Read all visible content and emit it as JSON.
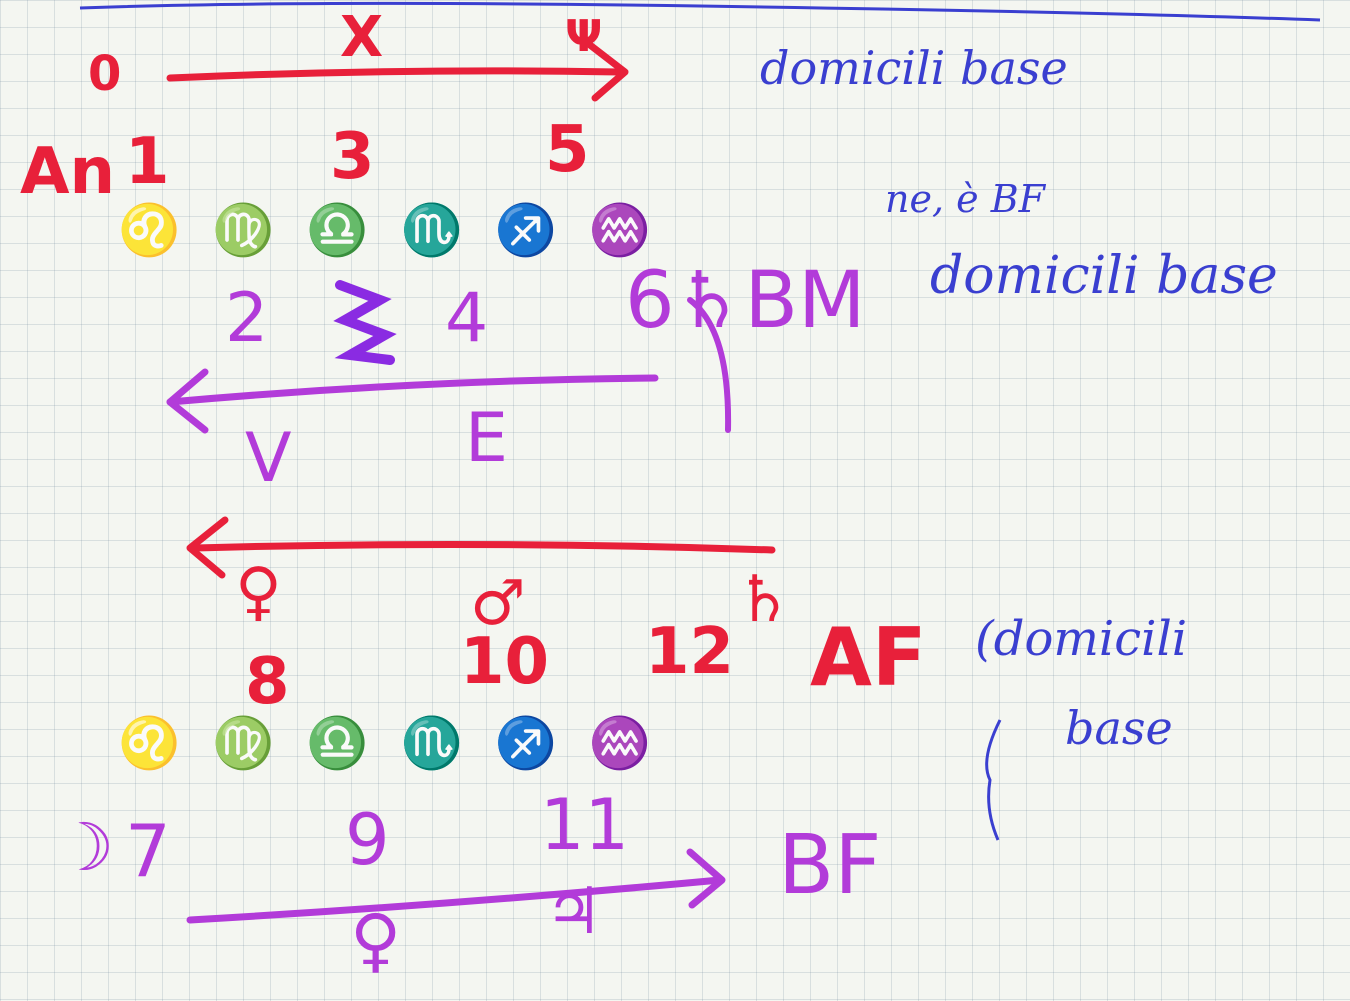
{
  "notes": {
    "row1_circle": "0",
    "row1_top_x": "X",
    "row1_top_right": "Ψ",
    "row1_domicili": "domicili base",
    "row1_am": "An",
    "row1_n1": "1",
    "row1_n3": "3",
    "row1_n5": "5",
    "signs_a": "♌ ♍ ♎ ♏ ♐ ♒",
    "ne_bf": "ne, è BF",
    "row2_n2": "2",
    "row2_n4": "4",
    "row2_g": "6♄BM",
    "row2_domicili": "domicili base",
    "row2_v": "V",
    "row2_e": "E",
    "row3_venus": "♀",
    "row3_mars": "♂",
    "row3_sat": "♄",
    "row3_n8": "8",
    "row3_n10": "10",
    "row3_n12": "12",
    "row3_af": "AF",
    "row3_domicili": "(domicili",
    "signs_b": "♌ ♍ ♎ ♏ ♐ ♒",
    "row3_base": "base",
    "row4_moon": "☽",
    "row4_n7": "7",
    "row4_n9": "9",
    "row4_n11": "11",
    "row4_bf": "BF",
    "row4_venus": "♀",
    "row4_jup": "♃"
  }
}
